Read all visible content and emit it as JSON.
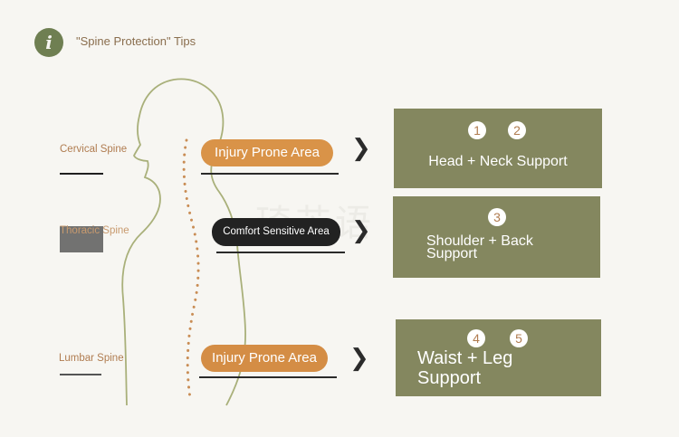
{
  "header": {
    "title": "\"Spine Protection\" Tips"
  },
  "watermark": {
    "text": "琦芯语"
  },
  "spine_labels": {
    "cervical": "Cervical Spine",
    "thoracic": "Thoracic Spine",
    "lumbar": "Lumbar Spine"
  },
  "areas": {
    "cervical": "Injury Prone Area",
    "thoracic": "Comfort Sensitive Area",
    "lumbar": "Injury Prone Area"
  },
  "cards": {
    "head": {
      "title": "Head + Neck Support",
      "numbers": [
        "1",
        "2"
      ]
    },
    "shoulder": {
      "title_line1": "Shoulder + Back",
      "title_line2": "Support",
      "numbers": [
        "3"
      ]
    },
    "waist": {
      "title_line1": "Waist + Leg",
      "title_line2": "Support",
      "numbers": [
        "4",
        "5"
      ]
    }
  },
  "colors": {
    "accent_green": "#6f7f52",
    "card_green": "#84875f",
    "orange": "#d99348",
    "label_brown": "#b07c50"
  },
  "icons": {
    "badge": "info-icon",
    "arrow": "chevron-right-icon"
  }
}
